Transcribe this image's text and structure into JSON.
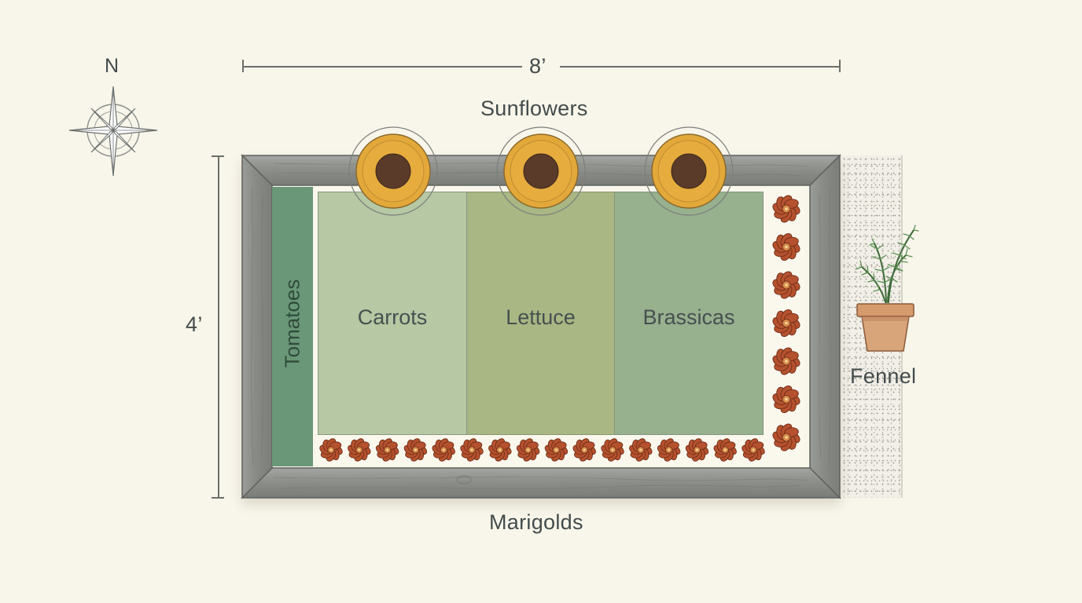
{
  "compass": {
    "north_label": "N"
  },
  "dimensions": {
    "width_label": "8’",
    "height_label": "4’"
  },
  "labels": {
    "sunflowers": "Sunflowers",
    "marigolds": "Marigolds",
    "fennel": "Fennel",
    "tomatoes": "Tomatoes"
  },
  "zones": [
    {
      "label": "Carrots",
      "color": "#b6c8a4"
    },
    {
      "label": "Lettuce",
      "color": "#a9b784"
    },
    {
      "label": "Brassicas",
      "color": "#97b08e"
    }
  ],
  "colors": {
    "tomato_strip": "#6a9777",
    "frame_wood": "#8a8c88",
    "sunflower_petal": "#e3a83a",
    "sunflower_center": "#5a3a28",
    "marigold": "#b5512e",
    "background": "#f8f5ea"
  },
  "icons": [
    "compass-rose-icon",
    "sunflower-icon",
    "marigold-icon",
    "fennel-pot-icon"
  ]
}
